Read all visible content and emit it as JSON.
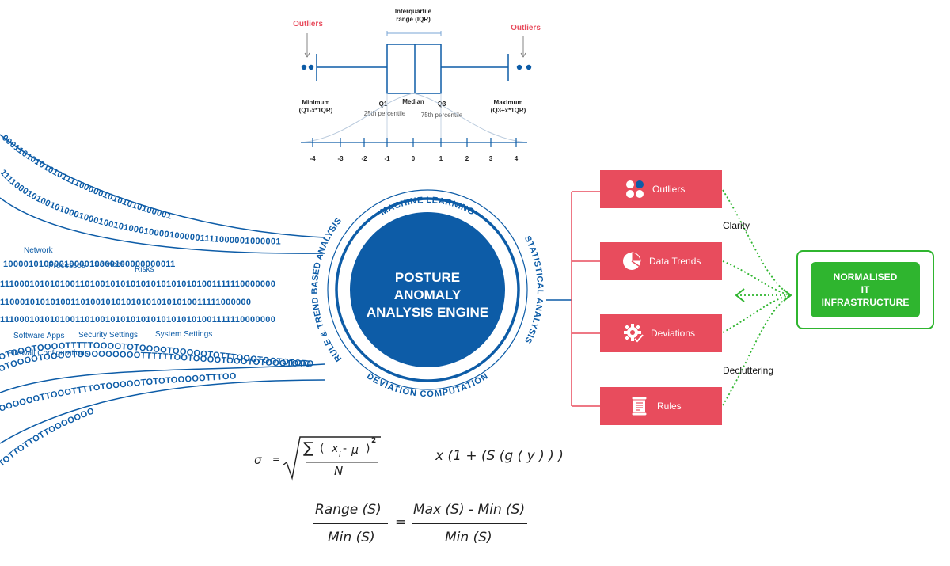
{
  "boxplot": {
    "iqr_label_line1": "Interquartile",
    "iqr_label_line2": "range (IQR)",
    "outliers_left": "Outliers",
    "outliers_right": "Outliers",
    "minimum": "Minimum",
    "minimum_formula": "(Q1-x*1QR)",
    "maximum": "Maximum",
    "maximum_formula": "(Q3+x*1QR)",
    "q1": "Q1",
    "q1_sub": "25th percentile",
    "median": "Median",
    "q3": "Q3",
    "q3_sub": "75th percentile",
    "ticks": [
      "-4",
      "-3",
      "-2",
      "-1",
      "0",
      "1",
      "2",
      "3",
      "4"
    ]
  },
  "binary_streams": [
    "0001101010101011110000010101010100001",
    "1111000101001010001000100101000100001000001111000001000001",
    "1000010100001000010000100000000011",
    "1110001010101001101001010101010101010101001111110000000",
    "11000101010100110100101010101010101010011111000000",
    "1110001010101001101001010101010101010101001111110000000",
    "OTOOOTOOOOTTTTTOOOOTOTOOOOTOOOOOTOTTTOOOTOOTOTOTOTTOOOOOT",
    "OTOOOOTOOOOTOOOOOOOOOTTTTTTOOTOOOOTOOOTOTOOOTOTOTOTTTTTOO",
    "OOOOOOTTOOOTTTTOTOOOOOTOTOTOOOOOTTTOO",
    "TOTTOTTOTTOOOOOOO"
  ],
  "keywords": {
    "network": "Network",
    "processes": "Processes",
    "services": "Services",
    "risks": "Risks",
    "software_apps": "Software Apps",
    "security_settings": "Security Settings",
    "system_settings": "System Settings",
    "firewall": "Firewall Configurations"
  },
  "engine": {
    "line1": "POSTURE",
    "line2": "ANOMALY",
    "line3": "ANALYSIS ENGINE",
    "ring_top": "MACHINE LEARNING",
    "ring_right": "STATISTICAL ANALYSIS",
    "ring_bottom": "DEVIATION COMPUTATION",
    "ring_left": "RULE & TREND BASED ANALYSIS"
  },
  "cards": [
    {
      "label": "Outliers",
      "icon": "dots-cluster-icon"
    },
    {
      "label": "Data Trends",
      "icon": "pie-chart-icon"
    },
    {
      "label": "Deviations",
      "icon": "gear-check-icon"
    },
    {
      "label": "Rules",
      "icon": "scroll-icon"
    }
  ],
  "side_labels": {
    "clarity": "Clarity",
    "decluttering": "Decluttering"
  },
  "result": {
    "line1": "NORMALISED",
    "line2": "IT",
    "line3": "INFRASTRUCTURE"
  },
  "formulas": {
    "sigma": "σ",
    "equals": "=",
    "sum": "∑",
    "paren_open": "(",
    "xi": "x",
    "xi_sub": "i",
    "minus": "-",
    "mu": "μ",
    "paren_close": ")",
    "squared": "2",
    "n": "N",
    "expr": "x (1 + (S (g ( y ) ) )",
    "range_num": "Range (S)",
    "range_den": "Min (S)",
    "rhs_num": "Max (S) - Min (S)",
    "rhs_den": "Min (S)"
  },
  "colors": {
    "blue": "#0d5ca7",
    "red": "#e84c5d",
    "green": "#2fb52f"
  }
}
